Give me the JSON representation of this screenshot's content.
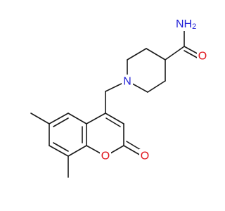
{
  "molecule": {
    "atoms": {
      "amide_n": {
        "text": "NH",
        "sub": "2",
        "color": "#1f1fd6"
      },
      "amide_o": {
        "text": "O",
        "color": "#e0141c"
      },
      "ring_n": {
        "text": "N",
        "color": "#1f1fd6"
      },
      "ring_o": {
        "text": "O",
        "color": "#e0141c"
      },
      "keto_o": {
        "text": "O",
        "color": "#e0141c"
      }
    },
    "bond_color": "#1a1a1a"
  }
}
